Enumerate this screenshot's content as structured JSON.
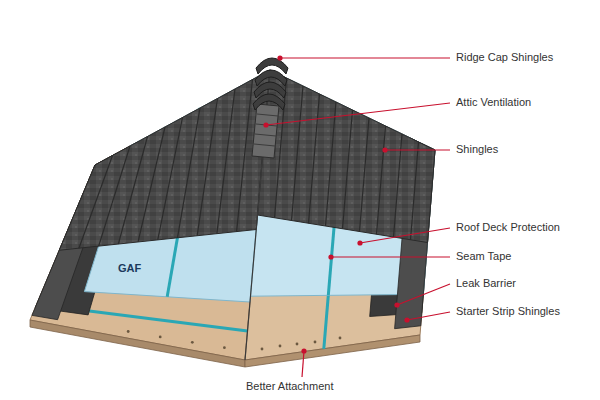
{
  "diagram": {
    "labels": [
      "Ridge Cap Shingles",
      "Attic Ventilation",
      "Shingles",
      "Roof Deck Protection",
      "Seam Tape",
      "Leak Barrier",
      "Starter Strip Shingles",
      "Better Attachment",
      "GAF"
    ]
  }
}
